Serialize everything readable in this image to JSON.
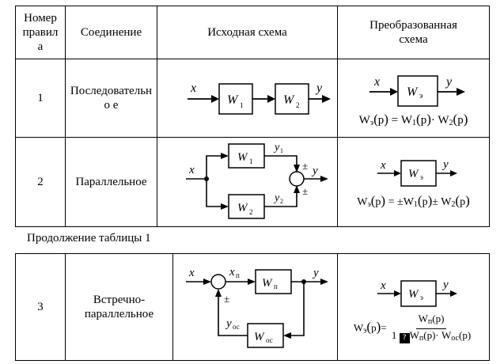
{
  "table": {
    "headers": [
      "Номер правил а",
      "Соединение",
      "Исходная схема",
      "Преобразованная схема"
    ],
    "rows": [
      {
        "num": "1",
        "connection": "Последовательно е"
      },
      {
        "num": "2",
        "connection": "Параллельное"
      },
      {
        "num": "3",
        "connection": "Встречно-параллельное"
      }
    ]
  },
  "continuation_caption": "Продолжение таблицы 1",
  "diagrams": {
    "x": "x",
    "y": "y",
    "W": "W",
    "sub1": "1",
    "sub2": "2",
    "We_sub": "э",
    "y1": "y",
    "y2": "y",
    "pm": "±",
    "xp": "x",
    "xp_sub": "п",
    "Wp_sub": "п",
    "yos": "y",
    "os_sub": "ос",
    "Wos_sub": "ос"
  },
  "formulas": {
    "f1": {
      "lhs": "W",
      "lhs_sub": "э",
      "p": "p",
      "eq": "=",
      "a": "W",
      "a_sub": "1",
      "dot": "·",
      "b": "W",
      "b_sub": "2"
    },
    "f2": {
      "lhs": "W",
      "lhs_sub": "э",
      "p": "p",
      "eq": "=",
      "pm": "±",
      "a": "W",
      "a_sub": "1",
      "b": "W",
      "b_sub": "2"
    },
    "f3": {
      "lhs": "W",
      "lhs_sub": "э",
      "p": "p",
      "eq": "=",
      "num": "W",
      "num_sub": "п",
      "one": "1",
      "unknown_glyph": "?",
      "a": "W",
      "a_sub": "п",
      "dot": "·",
      "b": "W",
      "b_sub": "ос"
    }
  }
}
